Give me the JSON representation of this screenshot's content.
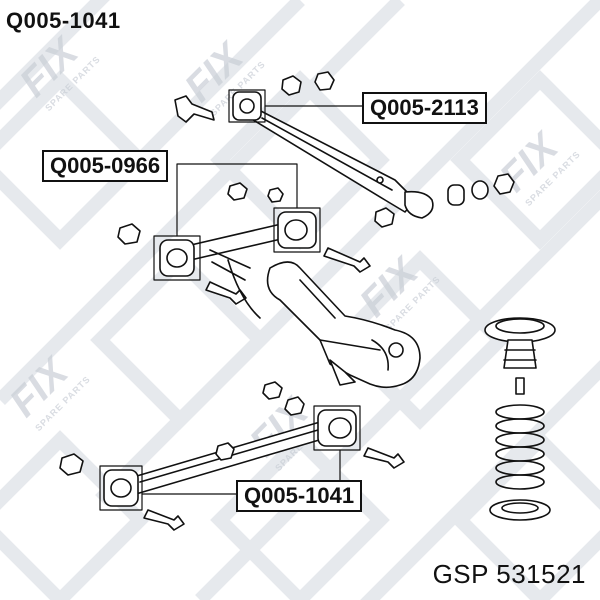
{
  "header": {
    "part_code": "Q005-1041"
  },
  "footer": {
    "brand_part": "GSP 531521"
  },
  "watermark": {
    "logo": "FIX",
    "tagline": "SPARE PARTS"
  },
  "callouts": [
    {
      "id": "upper-arm",
      "label": "Q005-2113"
    },
    {
      "id": "middle-arm",
      "label": "Q005-0966"
    },
    {
      "id": "lower-arm",
      "label": "Q005-1041"
    }
  ],
  "colors": {
    "line": "#111111",
    "watermark": "#c9ced6",
    "background": "#ffffff"
  }
}
